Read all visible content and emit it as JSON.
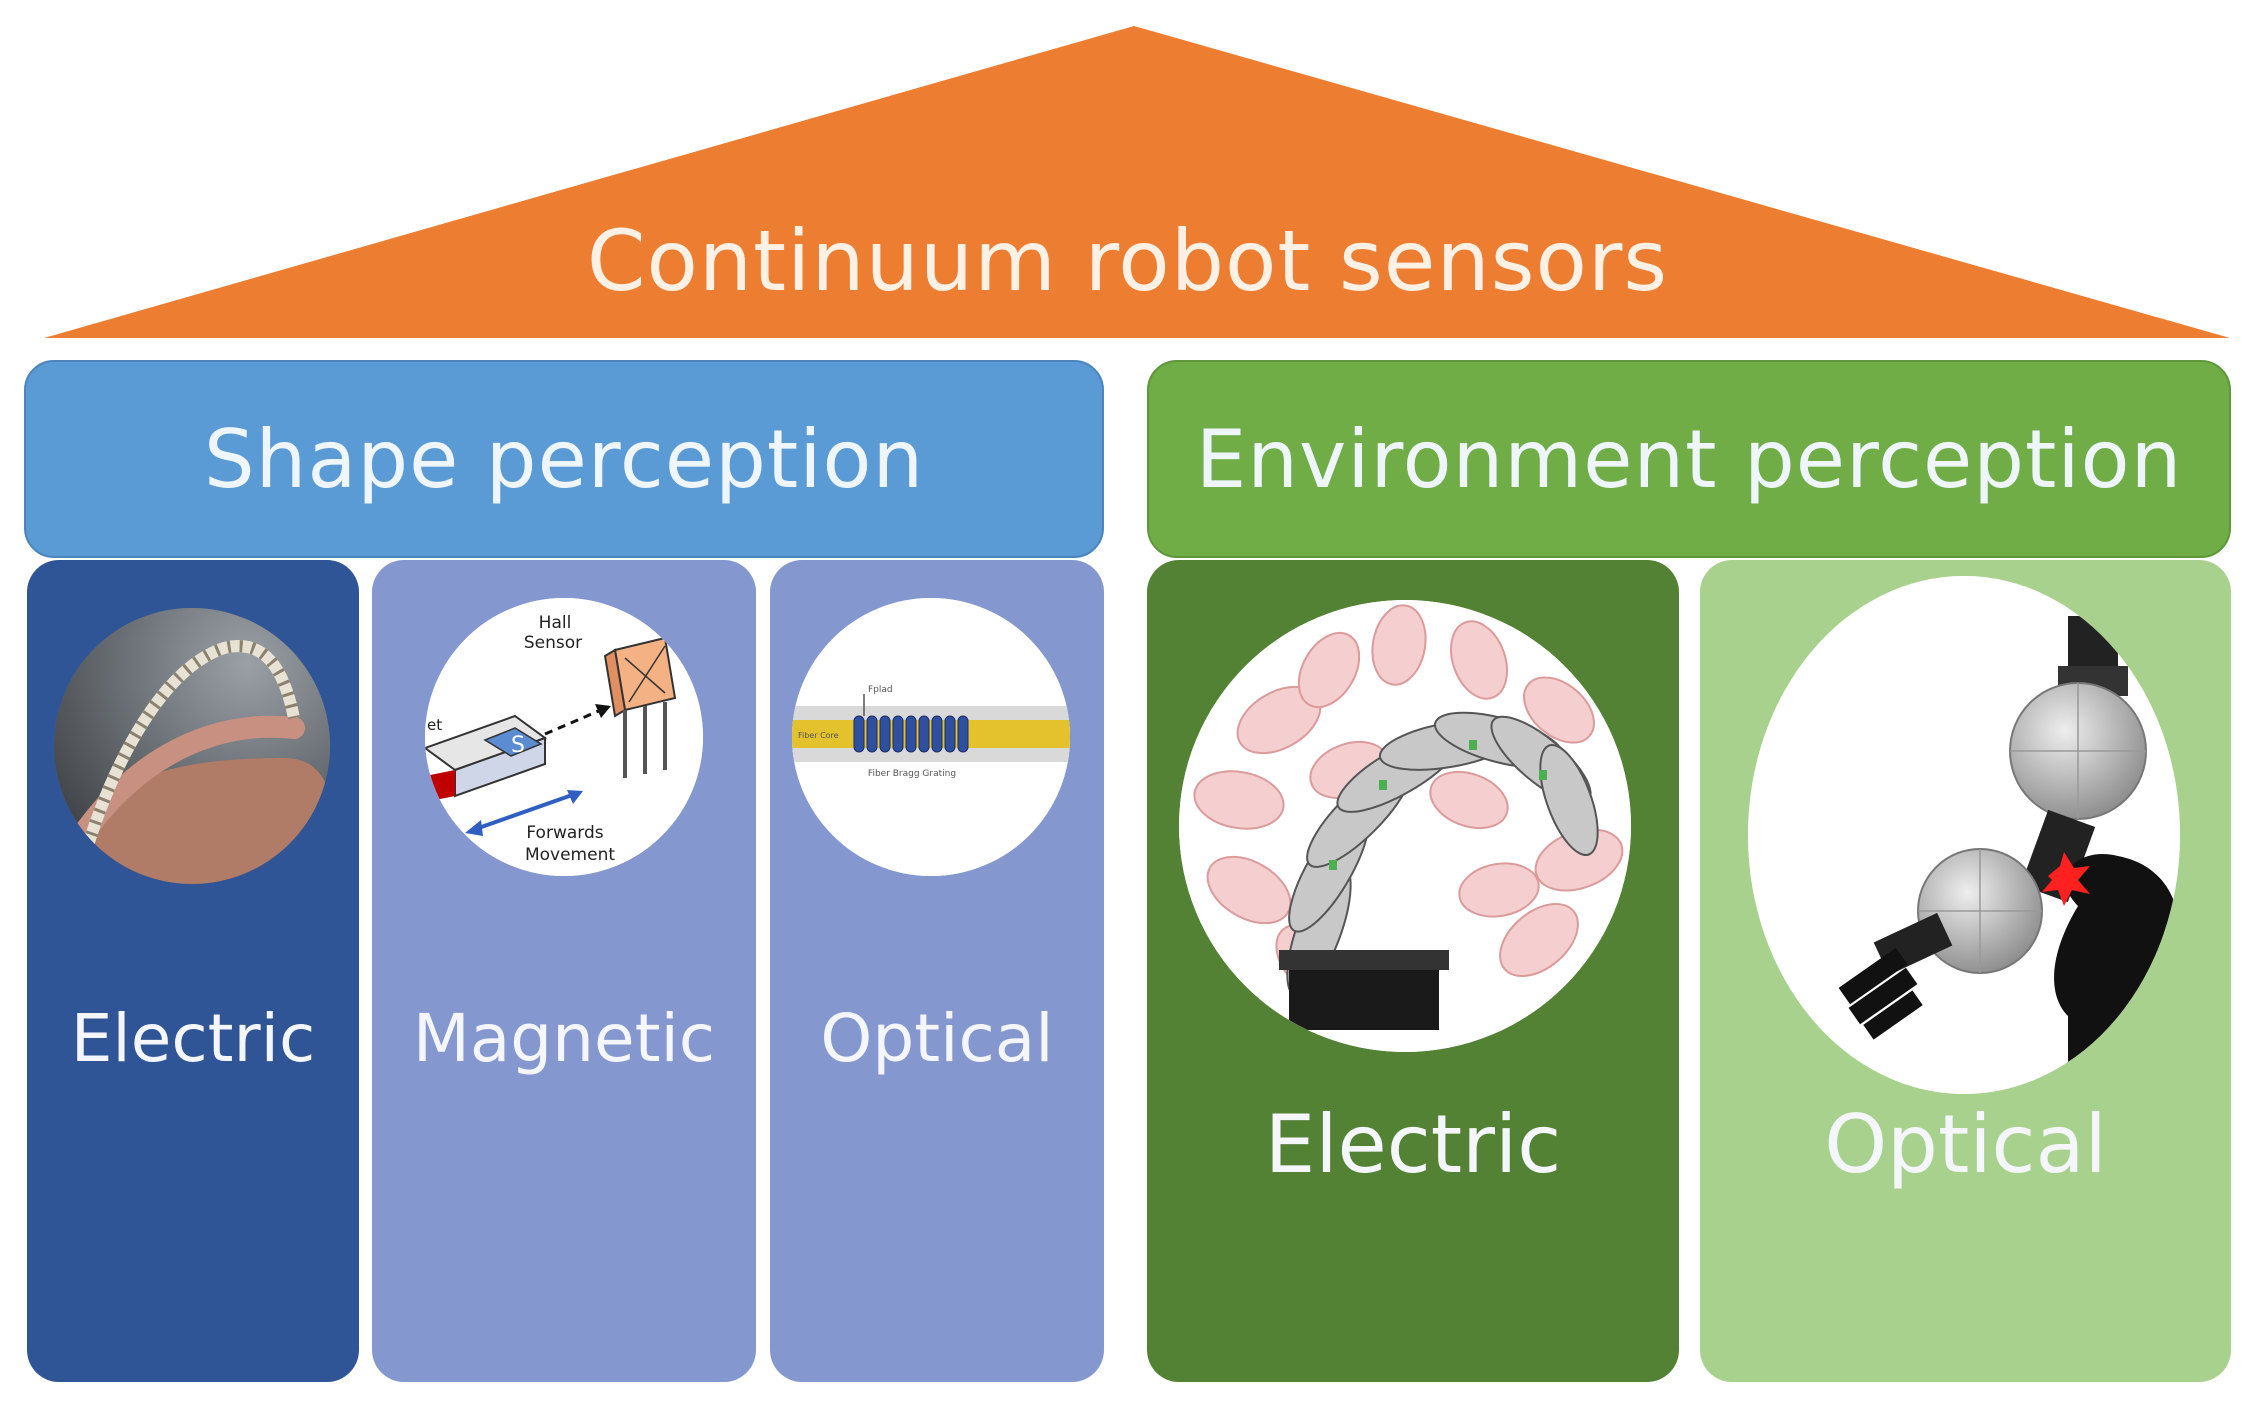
{
  "title": "Continuum robot sensors",
  "shape_perception": {
    "header": "Shape perception",
    "columns": [
      {
        "label": "Electric"
      },
      {
        "label": "Magnetic",
        "figure_text": {
          "sensor": "Hall\nSensor",
          "magnet": "et",
          "pole": "S",
          "movement": "Forwards\nMovement"
        }
      },
      {
        "label": "Optical",
        "figure_text": {
          "top": "Fplad",
          "left": "Fiber Core",
          "bottom": "Fiber Bragg Grating"
        }
      }
    ]
  },
  "environment_perception": {
    "header": "Environment perception",
    "columns": [
      {
        "label": "Electric"
      },
      {
        "label": "Optical"
      }
    ]
  },
  "colors": {
    "roof": "#ed7d31",
    "shape_header": "#5b9bd5",
    "env_header": "#70ad47",
    "shape_electric": "#2f5597",
    "shape_magnetic": "#8497cf",
    "shape_optical": "#8497cf",
    "env_electric": "#548235",
    "env_optical": "#a9d18e"
  }
}
